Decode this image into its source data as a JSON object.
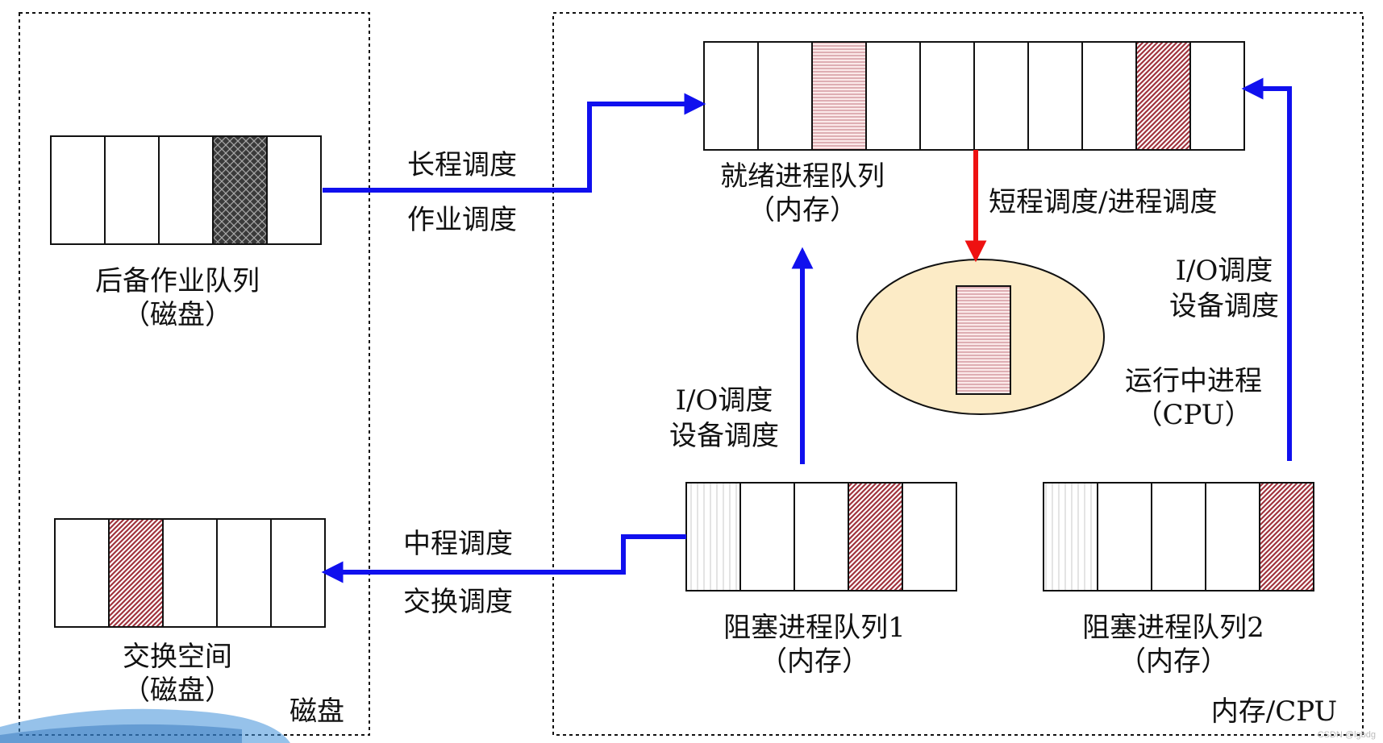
{
  "colors": {
    "blue_arrow": "#1010ee",
    "red_arrow": "#ee1111",
    "cpu_fill": "#fcebc6",
    "hatch_red": "#a0333d",
    "grid_dark": "#3a3a3a",
    "light_lines": "#c8c8c8"
  },
  "regions": {
    "disk": {
      "label": "磁盘"
    },
    "memory_cpu": {
      "label": "内存/CPU"
    }
  },
  "queues": {
    "backup_jobs": {
      "name": "后备作业队列",
      "location": "（磁盘）",
      "cells": [
        "empty",
        "empty",
        "empty",
        "crosshatch",
        "empty"
      ]
    },
    "swap_space": {
      "name": "交换空间",
      "location": "（磁盘）",
      "cells": [
        "empty",
        "diag-red",
        "empty",
        "empty",
        "empty"
      ]
    },
    "ready": {
      "name": "就绪进程队列",
      "location": "（内存）",
      "cells": [
        "empty",
        "empty",
        "hstripe-red",
        "empty",
        "empty",
        "empty",
        "empty",
        "empty",
        "diag-red",
        "empty"
      ]
    },
    "blocked_1": {
      "name": "阻塞进程队列1",
      "location": "（内存）",
      "cells": [
        "vlines",
        "empty",
        "empty",
        "diag-red",
        "empty"
      ]
    },
    "blocked_2": {
      "name": "阻塞进程队列2",
      "location": "（内存）",
      "cells": [
        "vlines",
        "empty",
        "empty",
        "empty",
        "diag-red"
      ]
    }
  },
  "cpu": {
    "name": "运行中进程",
    "location": "（CPU）",
    "process_fill": "hstripe-red"
  },
  "transitions": {
    "long_term": {
      "line1": "长程调度",
      "line2": "作业调度"
    },
    "medium_term": {
      "line1": "中程调度",
      "line2": "交换调度"
    },
    "short_term": {
      "label": "短程调度/进程调度"
    },
    "io_left": {
      "line1": "I/O调度",
      "line2": "设备调度"
    },
    "io_right": {
      "line1": "I/O调度",
      "line2": "设备调度"
    }
  },
  "watermark": "CSDN @lgbdg"
}
